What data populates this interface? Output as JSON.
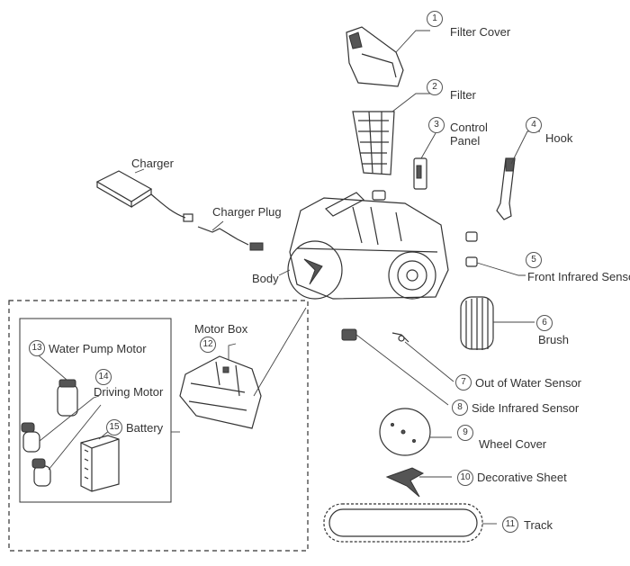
{
  "parts": [
    {
      "no": "1",
      "label": "Filter Cover"
    },
    {
      "no": "2",
      "label": "Filter"
    },
    {
      "no": "3",
      "label": "Control\nPanel"
    },
    {
      "no": "4",
      "label": "Hook"
    },
    {
      "no": "5",
      "label": "Front Infrared Sensor"
    },
    {
      "no": "6",
      "label": "Brush"
    },
    {
      "no": "7",
      "label": "Out of Water Sensor"
    },
    {
      "no": "8",
      "label": "Side Infrared Sensor"
    },
    {
      "no": "9",
      "label": "Wheel Cover"
    },
    {
      "no": "10",
      "label": "Decorative Sheet"
    },
    {
      "no": "11",
      "label": "Track"
    },
    {
      "no": "12",
      "label": "Motor Box"
    },
    {
      "no": "13",
      "label": "Water Pump Motor"
    },
    {
      "no": "14",
      "label": "Driving Motor"
    },
    {
      "no": "15",
      "label": "Battery"
    }
  ],
  "unnumbered": {
    "charger": "Charger",
    "charger_plug": "Charger Plug",
    "body": "Body"
  }
}
